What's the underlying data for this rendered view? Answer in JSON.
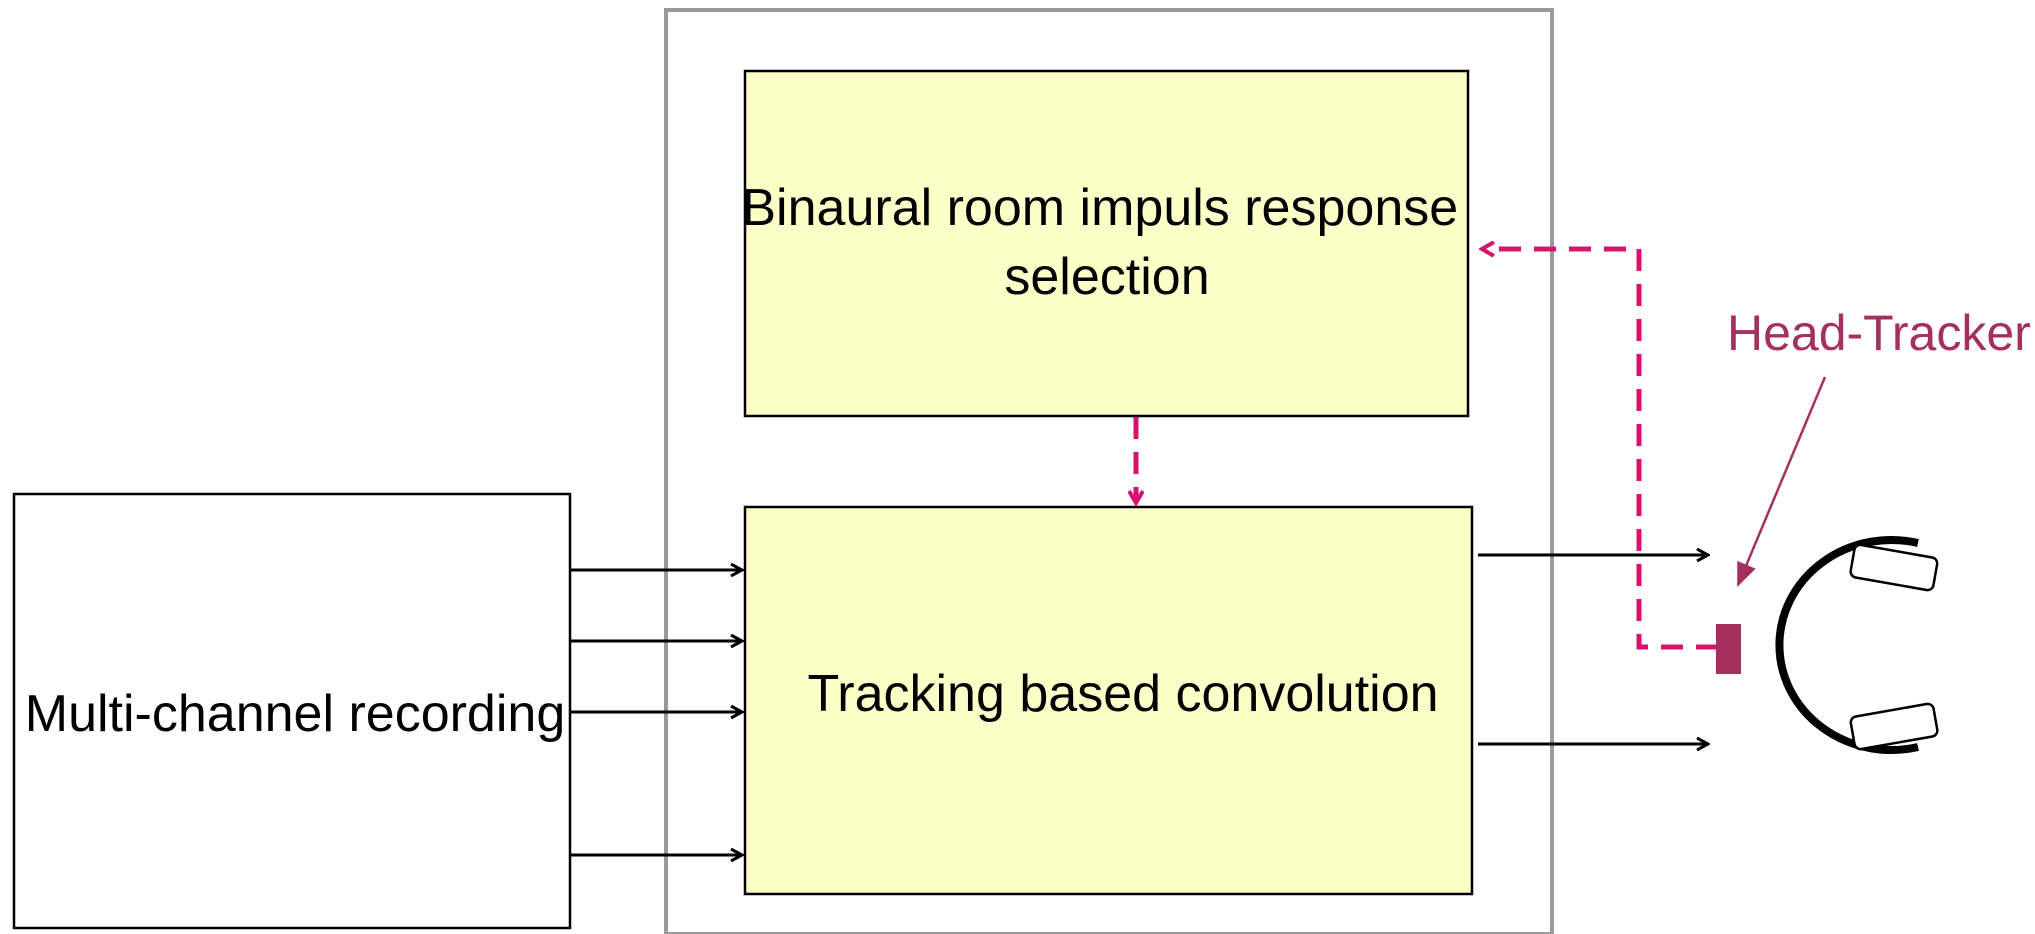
{
  "diagram": {
    "blocks": {
      "recording": {
        "label": "Multi-channel recording"
      },
      "brir_selection": {
        "label_lines": [
          "Binaural room impuls response",
          "selection"
        ]
      },
      "convolution": {
        "label": "Tracking based convolution"
      }
    },
    "head_tracker": {
      "label": "Head-Tracker"
    }
  },
  "colors": {
    "block_fill": "#fefec8",
    "outer_frame": "#9a9a9a",
    "tracking_signal": "#d6126e",
    "head_tracker_label": "#a3305f",
    "head_tracker_device": "#a3305f",
    "signal_arrow": "#000000"
  },
  "icons": {
    "headphones": "headphones-icon"
  }
}
